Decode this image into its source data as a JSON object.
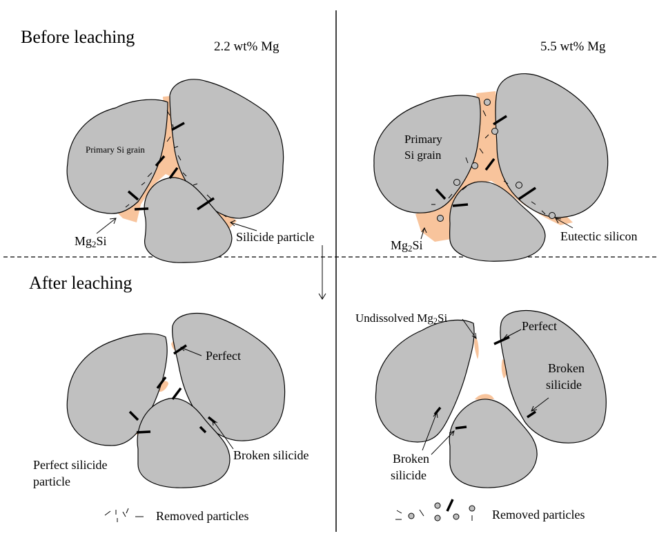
{
  "sections": {
    "before_title": "Before leaching",
    "after_title": "After leaching"
  },
  "compositions": {
    "low": "2.2 wt% Mg",
    "high": "5.5 wt% Mg"
  },
  "labels": {
    "primary_si_grain_small": "Primary Si grain",
    "primary_si_grain_l1": "Primary",
    "primary_si_grain_l2": "Si grain",
    "mg2si_base": "Mg",
    "mg2si_sub": "2",
    "mg2si_tail": "Si",
    "silicide_particle": "Silicide particle",
    "eutectic_silicon": "Eutectic silicon",
    "undissolved_prefix": "Undissolved Mg",
    "perfect": "Perfect",
    "broken_silicide": "Broken silicide",
    "broken_l1": "Broken",
    "silicide_word": "silicide",
    "perfect_silicide_l1": "Perfect silicide",
    "particle_word": "particle",
    "removed_particles": "Removed particles"
  },
  "colors": {
    "grain": "#c0c0c0",
    "mg2si_phase": "#f8c49c",
    "outline": "#000000"
  }
}
